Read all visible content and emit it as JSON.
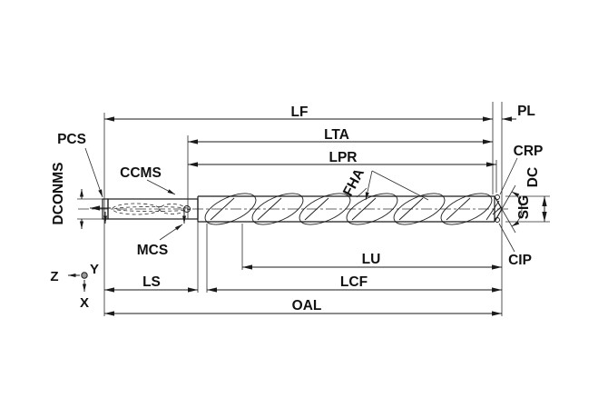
{
  "diagram": {
    "type": "tool-dimension-diagram",
    "subject": "indexable-drill-side-view",
    "background": "#ffffff",
    "line_color": "#1a1a1a",
    "labels": {
      "lf": "LF",
      "lta": "LTA",
      "lpr": "LPR",
      "pl": "PL",
      "crp": "CRP",
      "dc": "DC",
      "sig": "SIG",
      "cip": "CIP",
      "fha": "FHA",
      "lu": "LU",
      "lcf": "LCF",
      "oal": "OAL",
      "ls": "LS",
      "pcs": "PCS",
      "ccms": "CCMS",
      "mcs": "MCS",
      "dconms": "DCONMS"
    },
    "axes": {
      "x": "X",
      "y": "Y",
      "z": "Z"
    }
  }
}
